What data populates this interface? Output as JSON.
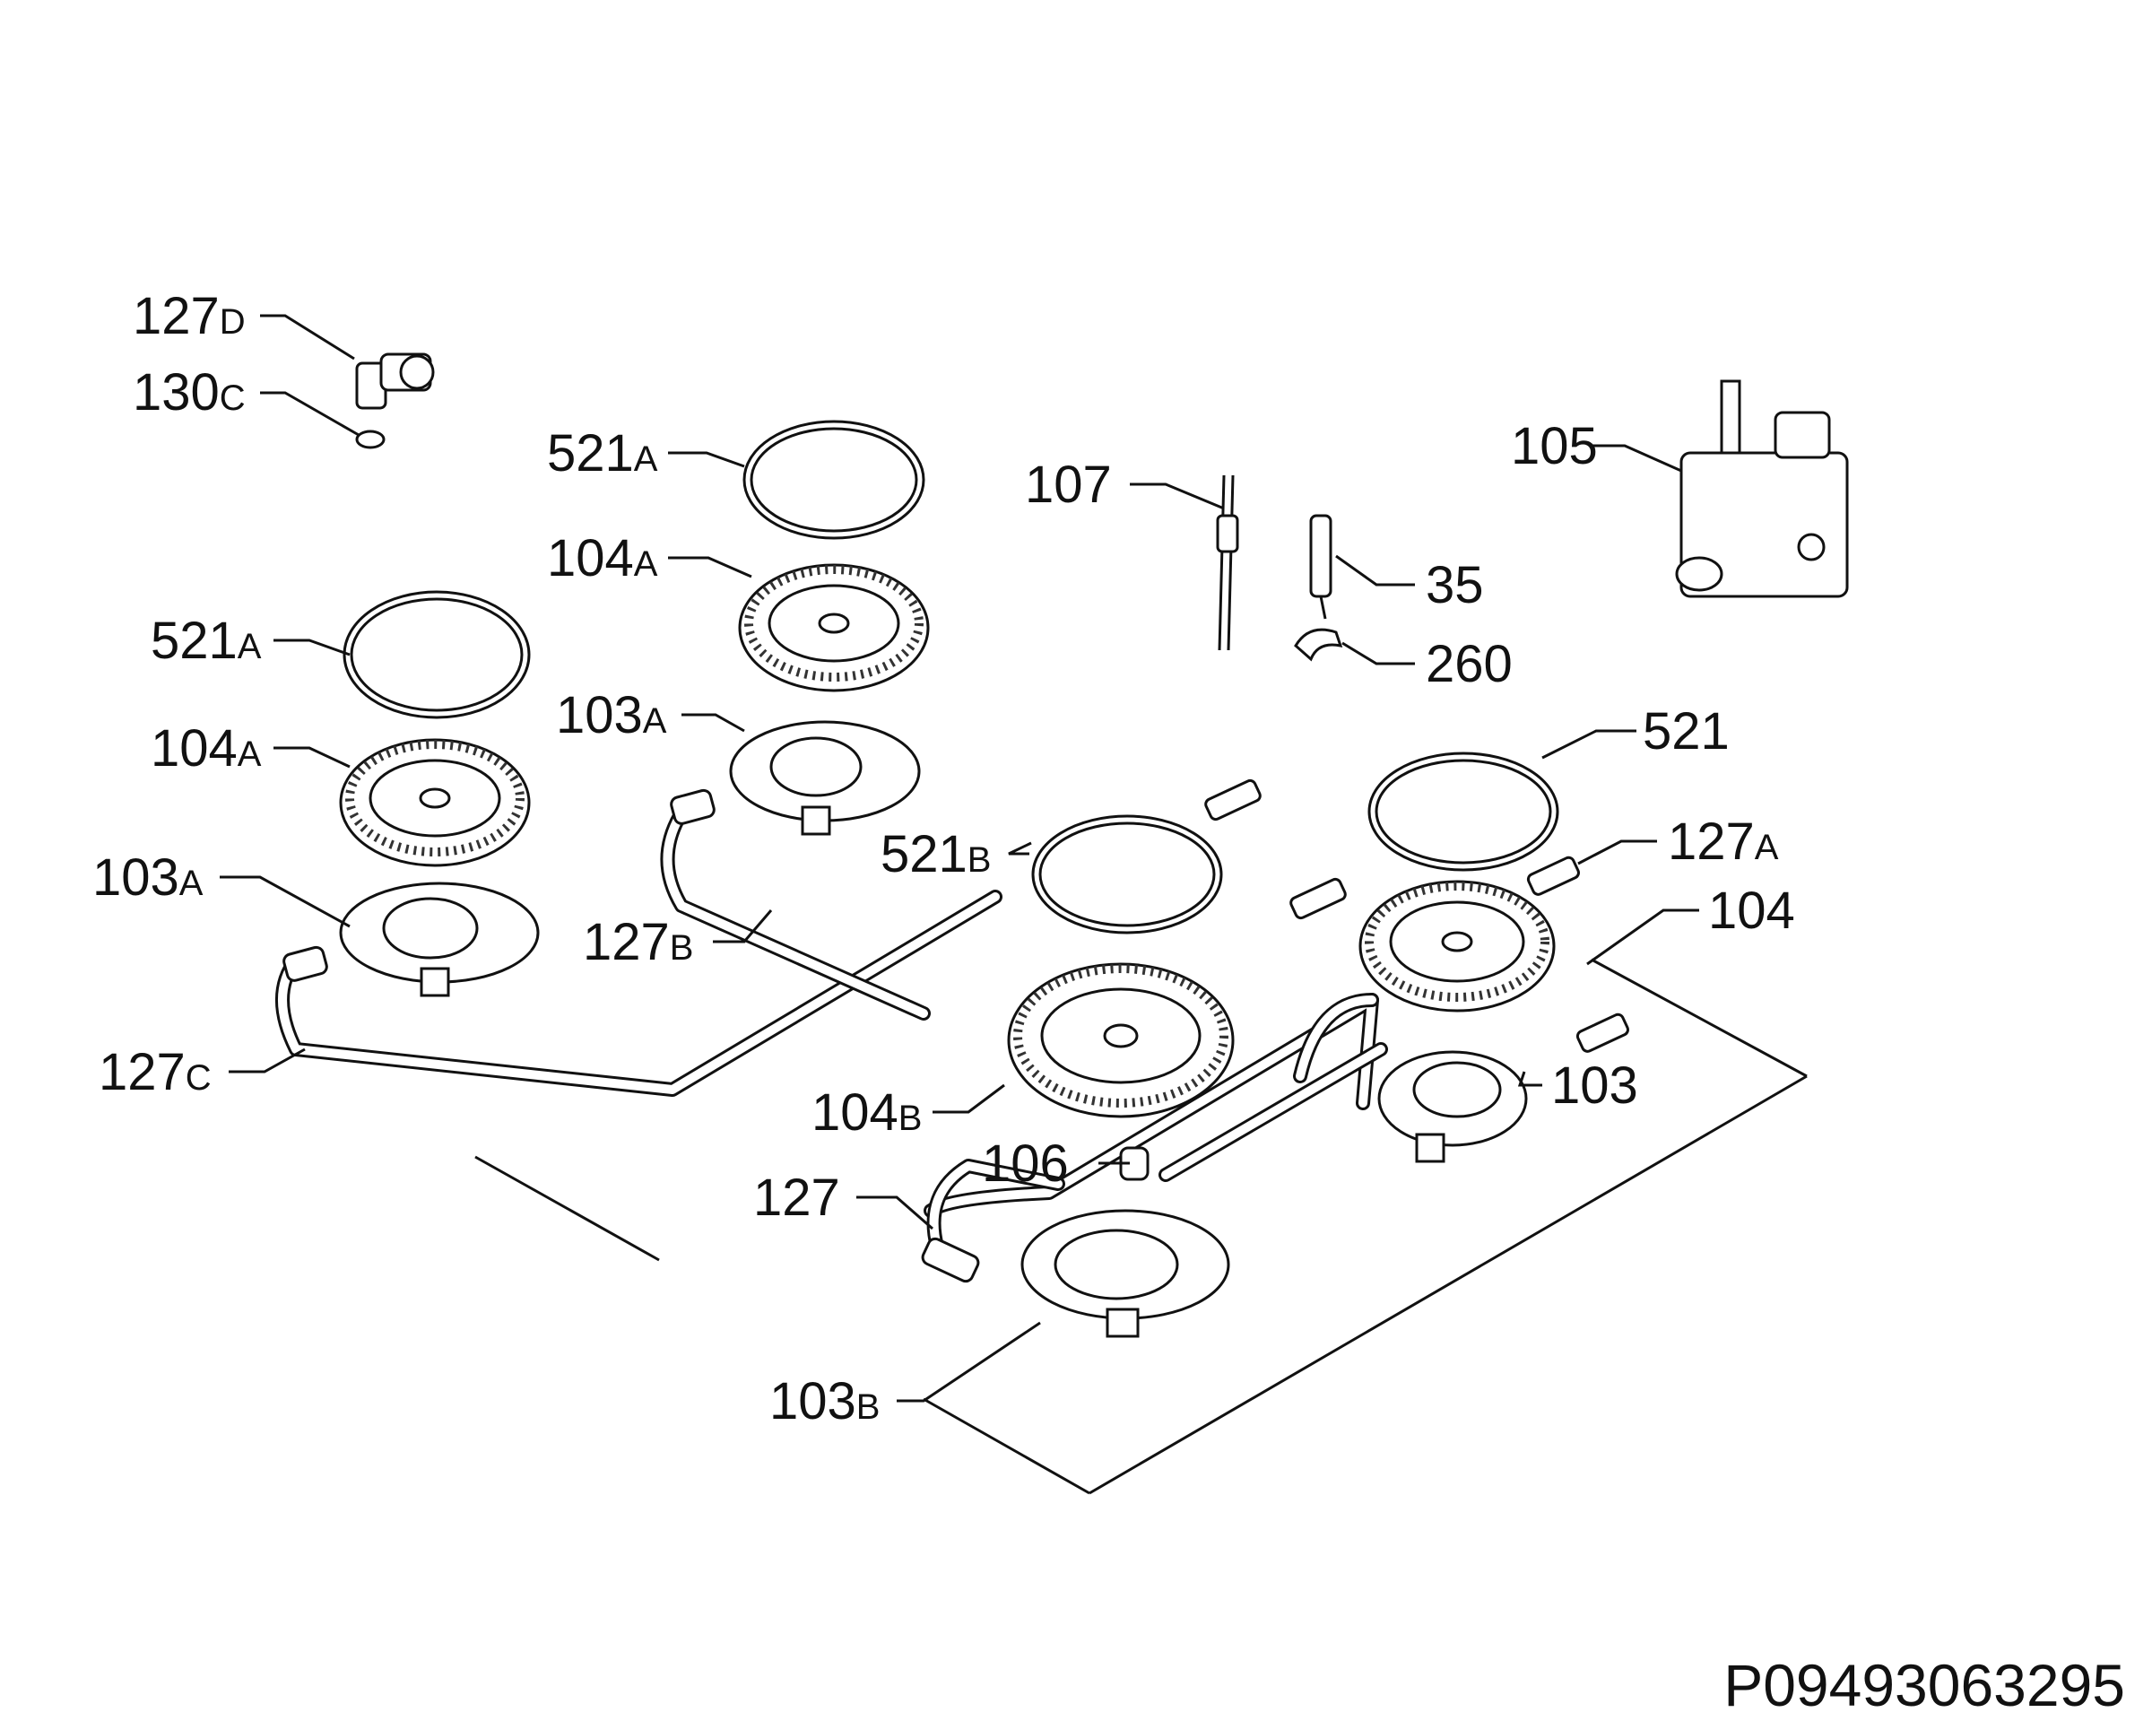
{
  "labels": {
    "p127d": {
      "num": "127",
      "suf": "D"
    },
    "p130c": {
      "num": "130",
      "suf": "C"
    },
    "p521a_top": {
      "num": "521",
      "suf": "A"
    },
    "p104a_top": {
      "num": "104",
      "suf": "A"
    },
    "p103a_top": {
      "num": "103",
      "suf": "A"
    },
    "p521a_left": {
      "num": "521",
      "suf": "A"
    },
    "p104a_left": {
      "num": "104",
      "suf": "A"
    },
    "p103a_left": {
      "num": "103",
      "suf": "A"
    },
    "p127b": {
      "num": "127",
      "suf": "B"
    },
    "p127c": {
      "num": "127",
      "suf": "C"
    },
    "p107": {
      "num": "107"
    },
    "p35": {
      "num": "35"
    },
    "p260": {
      "num": "260"
    },
    "p105": {
      "num": "105"
    },
    "p521": {
      "num": "521"
    },
    "p127a": {
      "num": "127",
      "suf": "A"
    },
    "p104": {
      "num": "104"
    },
    "p103": {
      "num": "103"
    },
    "p521b": {
      "num": "521",
      "suf": "B"
    },
    "p104b": {
      "num": "104",
      "suf": "B"
    },
    "p106": {
      "num": "106"
    },
    "p127": {
      "num": "127"
    },
    "p103b": {
      "num": "103",
      "suf": "B"
    }
  },
  "diagram_code": "P09493063295"
}
